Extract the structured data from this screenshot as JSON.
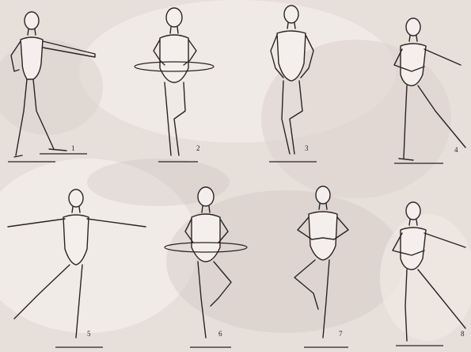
{
  "figures": [
    {
      "label": "1",
      "pose": "front-arm-extended-foot-pointed"
    },
    {
      "label": "2",
      "pose": "back-hips-passe"
    },
    {
      "label": "3",
      "pose": "front-hands-on-hips-passe"
    },
    {
      "label": "4",
      "pose": "side-lunge-arms-forward"
    },
    {
      "label": "5",
      "pose": "front-arms-out-leg-extended"
    },
    {
      "label": "6",
      "pose": "back-hips-retire"
    },
    {
      "label": "7",
      "pose": "front-arms-rounded-retire"
    },
    {
      "label": "8",
      "pose": "side-lunge-arms-forward"
    }
  ],
  "colors": {
    "background": "#e9e2dd",
    "blob_light": "#f7f3f0",
    "blob_mid": "#cdbfbb",
    "line": "#2a2422",
    "body_fill": "#f4efec"
  }
}
